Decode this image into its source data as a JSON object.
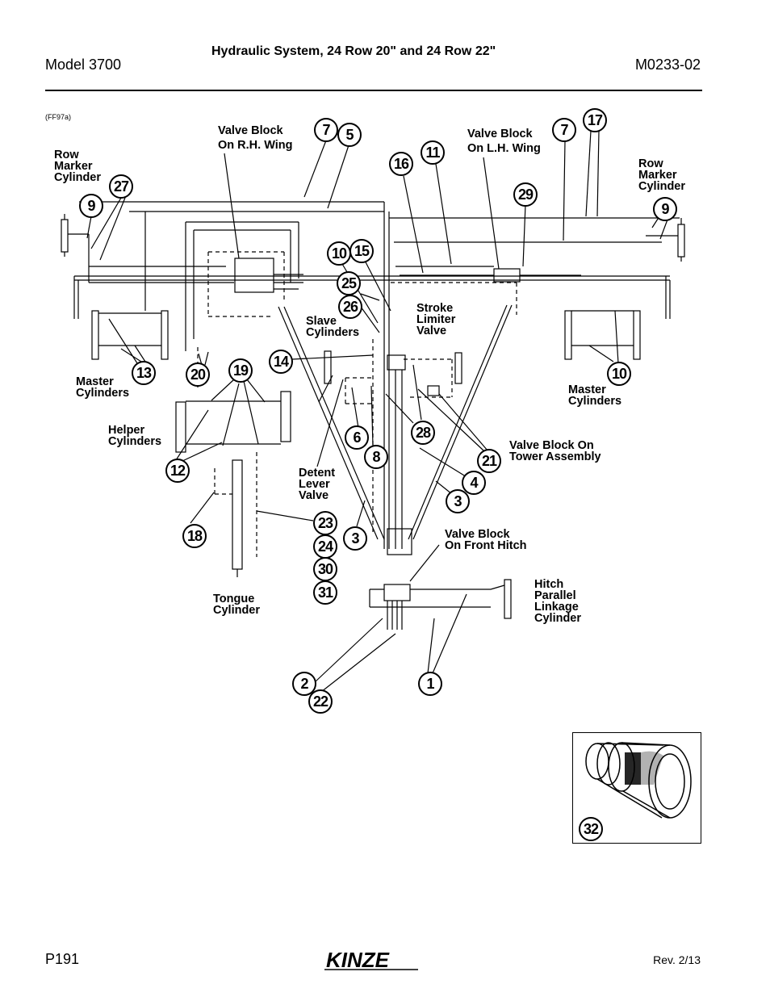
{
  "header": {
    "model": "Model 3700",
    "title": "Hydraulic System, 24 Row 20\" and 24 Row 22\"",
    "doc_number": "M0233-02"
  },
  "figure_id": "(FF97a)",
  "labels": {
    "valve_rh": [
      "Valve Block",
      "On R.H. Wing"
    ],
    "valve_lh": [
      "Valve Block",
      "On L.H. Wing"
    ],
    "row_marker_left": [
      "Row",
      "Marker",
      "Cylinder"
    ],
    "row_marker_right": [
      "Row",
      "Marker",
      "Cylinder"
    ],
    "master_left": [
      "Master",
      "Cylinders"
    ],
    "master_right": [
      "Master",
      "Cylinders"
    ],
    "helper": [
      "Helper",
      "Cylinders"
    ],
    "slave": [
      "Slave",
      "Cylinders"
    ],
    "stroke_limiter": [
      "Stroke",
      "Limiter",
      "Valve"
    ],
    "detent": [
      "Detent",
      "Lever",
      "Valve"
    ],
    "valve_tower": [
      "Valve Block On",
      "Tower Assembly"
    ],
    "valve_front": [
      "Valve Block",
      "On Front Hitch"
    ],
    "tongue": [
      "Tongue",
      "Cylinder"
    ],
    "hitch_parallel": [
      "Hitch",
      "Parallel",
      "Linkage",
      "Cylinder"
    ]
  },
  "callouts": [
    "7",
    "5",
    "7",
    "17",
    "11",
    "16",
    "29",
    "27",
    "9",
    "9",
    "10",
    "15",
    "25",
    "26",
    "14",
    "13",
    "20",
    "19",
    "10",
    "12",
    "6",
    "8",
    "28",
    "21",
    "4",
    "3",
    "18",
    "23",
    "24",
    "30",
    "31",
    "3",
    "2",
    "22",
    "1",
    "32"
  ],
  "footer": {
    "page": "P191",
    "revision": "Rev. 2/13",
    "logo_text": "KINZE"
  }
}
